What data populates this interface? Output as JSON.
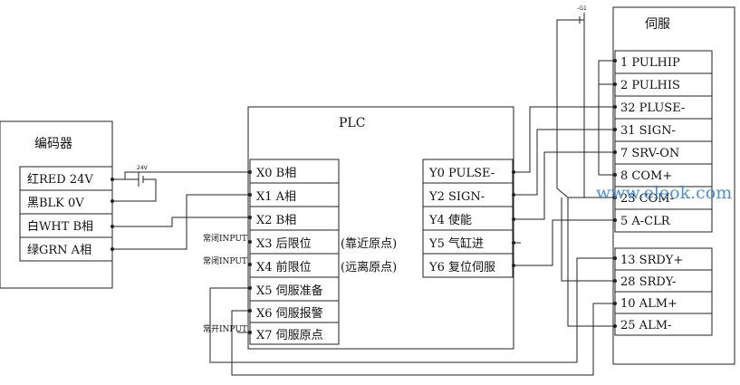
{
  "encoder": {
    "title": "编码器",
    "rows": [
      "红RED 24V",
      "黑BLK 0V",
      "白WHT B相",
      "绿GRN A相"
    ]
  },
  "power_label": "24V",
  "ground_label": "-G1",
  "plc": {
    "title": "PLC",
    "inputs": [
      {
        "label": "X0 B相",
        "note": ""
      },
      {
        "label": "X1 A相",
        "note": ""
      },
      {
        "label": "X2 B相",
        "note": ""
      },
      {
        "label": "X3 后限位",
        "note": "(靠近原点)"
      },
      {
        "label": "X4 前限位",
        "note": "(远离原点)"
      },
      {
        "label": "X5 伺服准备",
        "note": ""
      },
      {
        "label": "X6 伺服报警",
        "note": ""
      },
      {
        "label": "X7 伺服原点",
        "note": ""
      }
    ],
    "input_tags": {
      "x3": "常闭INPUT",
      "x4": "常闭INPUT",
      "x7": "常开INPUT"
    },
    "outputs": [
      "Y0 PULSE-",
      "Y2 SIGN-",
      "Y4 使能",
      "Y5 气缸进",
      "Y6 复位伺服"
    ]
  },
  "servo": {
    "title": "伺服",
    "group1": [
      "1  PULHIP",
      "2  PULHIS",
      "32 PLUSE-",
      "31 SIGN-",
      "7  SRV-ON",
      "8  COM+",
      "23 COM-",
      "5  A-CLR"
    ],
    "group2": [
      "13 SRDY+",
      "28 SRDY-",
      "10 ALM+",
      "25 ALM-"
    ]
  },
  "watermark": "www.eleok.com"
}
